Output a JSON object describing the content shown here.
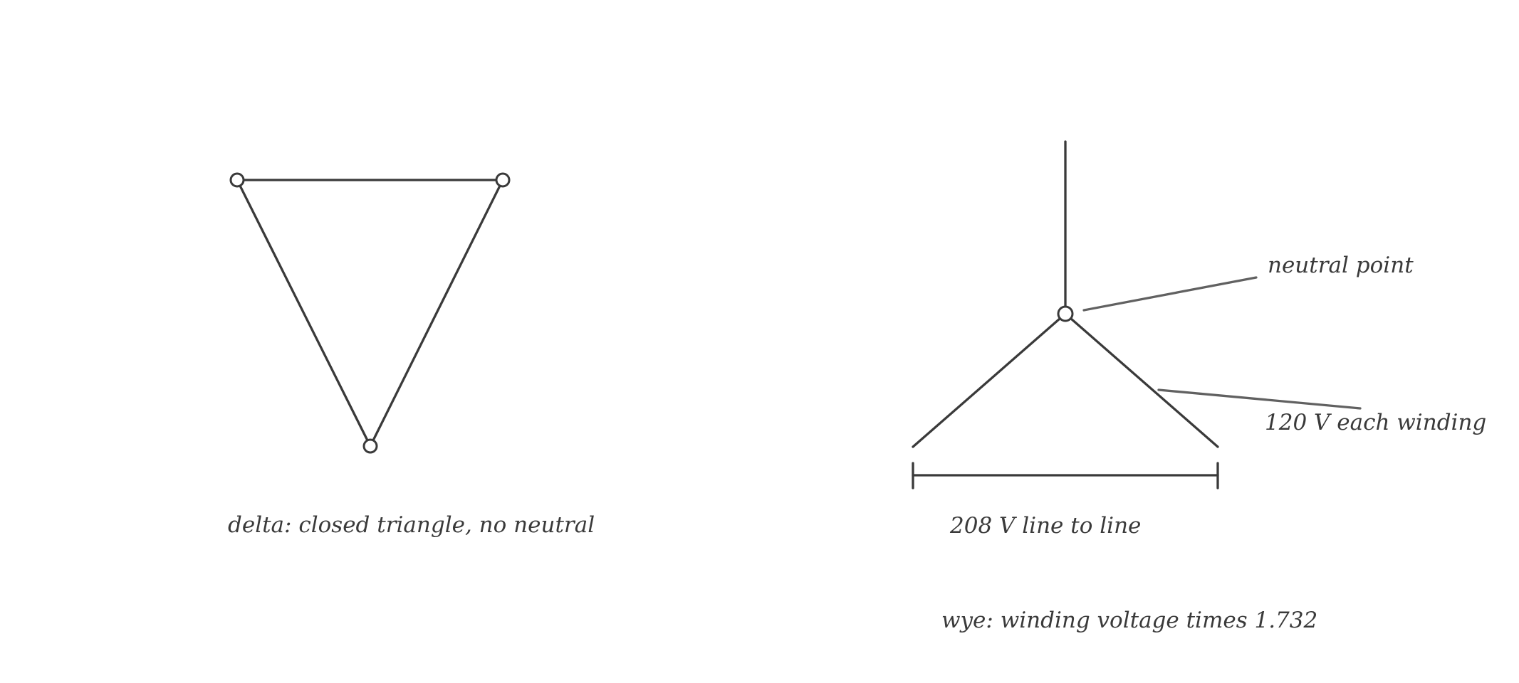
{
  "delta": {
    "caption": "delta: closed triangle, no neutral"
  },
  "wye": {
    "neutral_label": "neutral point",
    "winding_label": "120 V each winding",
    "line_label": "208 V line to line",
    "caption": "wye: winding voltage times 1.732"
  }
}
